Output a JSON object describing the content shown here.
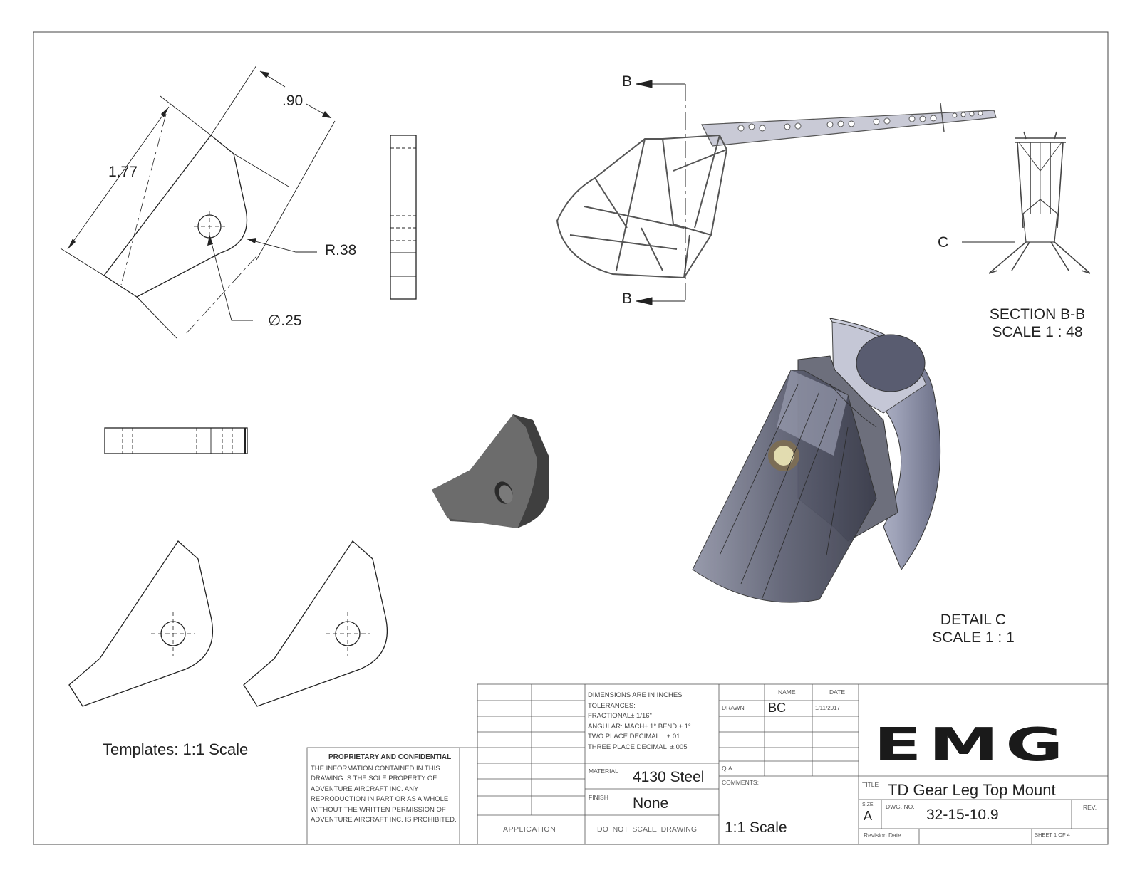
{
  "dimensions": {
    "width_val": ".90",
    "height_val": "1.77",
    "radius_val": "R.38",
    "hole_val": ".25",
    "diameter_symbol": "∅"
  },
  "section": {
    "marker_top": "B",
    "marker_bottom": "B",
    "detail_marker": "C",
    "title": "SECTION B-B",
    "scale": "SCALE 1 : 48"
  },
  "detail": {
    "title": "DETAIL C",
    "scale": "SCALE 1 : 1"
  },
  "templates_label": "Templates: 1:1 Scale",
  "title_block": {
    "dims_note": [
      "DIMENSIONS ARE IN INCHES",
      "TOLERANCES:",
      "FRACTIONAL± 1/16\"",
      "ANGULAR: MACH± 1° BEND ± 1°",
      "TWO PLACE DECIMAL    ±.01",
      "THREE PLACE DECIMAL  ±.005"
    ],
    "name_header": "NAME",
    "date_header": "DATE",
    "drawn_label": "DRAWN",
    "drawn_name": "BC",
    "drawn_date": "1/11/2017",
    "qa_label": "Q.A.",
    "comments_label": "COMMENTS:",
    "comments_value": "1:1 Scale",
    "material_label": "MATERIAL",
    "material_value": "4130 Steel",
    "finish_label": "FINISH",
    "finish_value": "None",
    "application_label": "APPLICATION",
    "do_not_scale": "DO  NOT  SCALE  DRAWING",
    "proprietary_title": "PROPRIETARY AND CONFIDENTIAL",
    "proprietary_text": "THE INFORMATION CONTAINED IN THIS DRAWING IS THE SOLE PROPERTY OF ADVENTURE AIRCRAFT INC.  ANY REPRODUCTION IN PART OR AS A WHOLE WITHOUT THE WRITTEN PERMISSION OF ADVENTURE AIRCRAFT INC. IS PROHIBITED.",
    "logo_text": "EMG",
    "title_label": "TITLE",
    "title_value": "TD Gear Leg Top Mount",
    "size_label": "SIZE",
    "size_value": "A",
    "dwg_no_label": "DWG.  NO.",
    "dwg_no_value": "32-15-10.9",
    "rev_label": "REV.",
    "revision_date_label": "Revision Date",
    "sheet_label": "SHEET 1 OF 4"
  }
}
